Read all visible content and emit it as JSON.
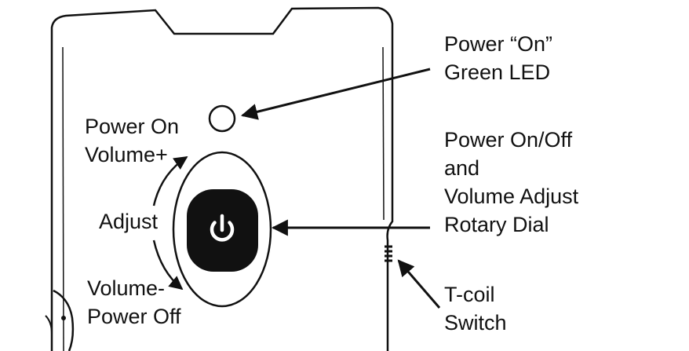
{
  "labels": {
    "led_line1": "Power “On”",
    "led_line2": "Green LED",
    "vol_plus_line1": "Power On",
    "vol_plus_line2": "Volume+",
    "adjust": "Adjust",
    "vol_minus_line1": "Volume-",
    "vol_minus_line2": "Power Off",
    "dial_line1": "Power On/Off",
    "dial_line2": "and",
    "dial_line3": "Volume Adjust",
    "dial_line4": "Rotary Dial",
    "tcoil_line1": "T-coil",
    "tcoil_line2": "Switch"
  },
  "icons": {
    "power": "power-icon"
  },
  "colors": {
    "ink": "#111111",
    "dial_fill": "#111111",
    "background": "#ffffff"
  }
}
